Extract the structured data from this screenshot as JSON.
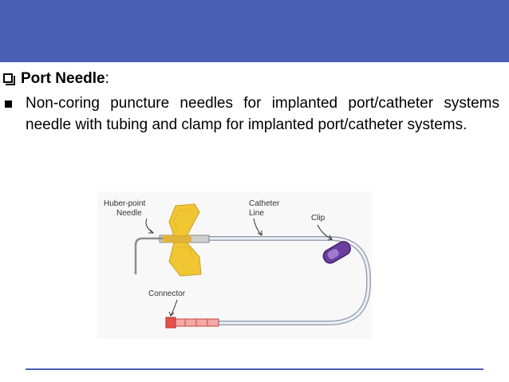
{
  "slide": {
    "heading": {
      "title": "Port Needle",
      "suffix": ":"
    },
    "bullet_text": "Non-coring puncture needles for implanted port/catheter systems needle with tubing and clamp for implanted port/catheter systems.",
    "figure": {
      "labels": {
        "huber_line1": "Huber-point",
        "huber_line2": "Needle",
        "catheter_line1": "Catheter",
        "catheter_line2": "Line",
        "clip": "Clip",
        "connector": "Connector"
      }
    },
    "colors": {
      "header": "#4a5fb4",
      "footer_rule": "#4a5fb4"
    }
  }
}
